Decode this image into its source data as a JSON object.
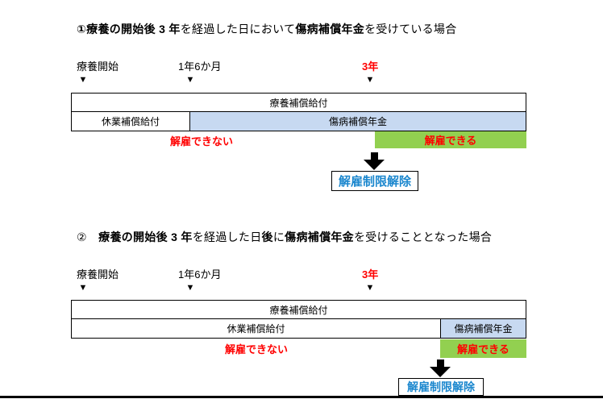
{
  "colors": {
    "pension_bg": "#C7D9F1",
    "allow_bg": "#92D050",
    "warn_red": "#FF0000",
    "release_blue": "#1B87CE"
  },
  "sections": [
    {
      "title_parts": [
        {
          "text": "①療養の開始後 3 年",
          "bold": true
        },
        {
          "text": "を経過した日において",
          "bold": false
        },
        {
          "text": "傷病補償年金",
          "bold": true
        },
        {
          "text": "を受けている場合",
          "bold": false
        }
      ],
      "timeline": {
        "labels": [
          "療養開始",
          "1年6か月",
          "3年"
        ],
        "marker": "▼"
      },
      "table": {
        "row1": "療養補償給付",
        "row2_left": "休業補償給付",
        "row2_right": "傷病補償年金"
      },
      "band": {
        "cannot": "解雇できない",
        "can": "解雇できる"
      },
      "release": "解雇制限解除"
    },
    {
      "title_parts": [
        {
          "text": "②　",
          "bold": false
        },
        {
          "text": "療養の開始後 3 年",
          "bold": true
        },
        {
          "text": "を経過した日",
          "bold": false
        },
        {
          "text": "後",
          "bold": true
        },
        {
          "text": "に",
          "bold": false
        },
        {
          "text": "傷病補償年金",
          "bold": true
        },
        {
          "text": "を受けることとなった場合",
          "bold": false
        }
      ],
      "timeline": {
        "labels": [
          "療養開始",
          "1年6か月",
          "3年"
        ],
        "marker": "▼"
      },
      "table": {
        "row1": "療養補償給付",
        "row2_left": "休業補償給付",
        "row2_right": "傷病補償年金"
      },
      "band": {
        "cannot": "解雇できない",
        "can": "解雇できる"
      },
      "release": "解雇制限解除"
    }
  ]
}
